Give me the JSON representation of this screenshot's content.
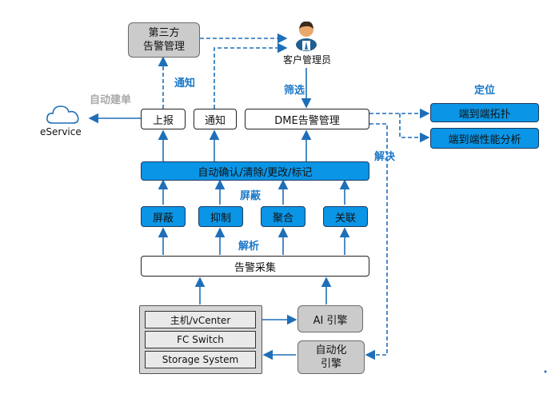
{
  "top": {
    "third_party": "第三方\n告警管理",
    "customer_admin": "客户管理员"
  },
  "labels": {
    "notify": "通知",
    "filter": "筛选",
    "auto_ticket": "自动建单",
    "locate": "定位",
    "resolve": "解决",
    "shield": "屏蔽",
    "parse": "解析"
  },
  "boxes": {
    "report": "上报",
    "notice": "通知",
    "dme": "DME告警管理",
    "eservice": "eService",
    "e2e_topology": "端到端拓扑",
    "e2e_perf": "端到端性能分析",
    "auto_actions": "自动确认/清除/更改/标记",
    "modules": [
      "屏蔽",
      "抑制",
      "聚合",
      "关联"
    ],
    "collect": "告警采集",
    "devices": [
      "主机/vCenter",
      "FC Switch",
      "Storage System"
    ],
    "ai_engine": "AI 引擎",
    "auto_engine": "自动化\n引擎"
  },
  "colors": {
    "blue_fill": "#0a95e6",
    "dark_border": "#1b3a63",
    "grey_fill": "#cbcbcb",
    "arrow_blue": "#1f6fb8"
  },
  "icons": {
    "cloud": "cloud-icon",
    "person": "person-icon"
  }
}
